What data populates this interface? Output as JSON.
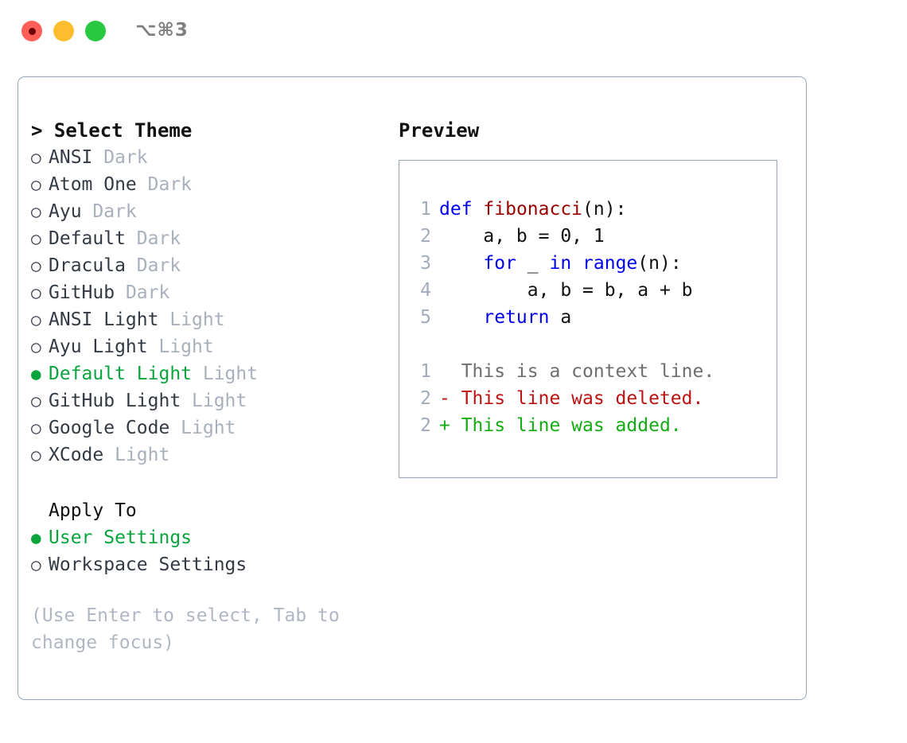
{
  "window": {
    "traffic_lights": [
      "close-red",
      "minimize-yellow",
      "maximize-green"
    ],
    "shortcut_title": "⌥⌘3"
  },
  "theme_picker": {
    "header": "> Select Theme",
    "items": [
      {
        "bullet": "○",
        "label": "ANSI",
        "tag": "Dark",
        "selected": false
      },
      {
        "bullet": "○",
        "label": "Atom One",
        "tag": "Dark",
        "selected": false
      },
      {
        "bullet": "○",
        "label": "Ayu",
        "tag": "Dark",
        "selected": false
      },
      {
        "bullet": "○",
        "label": "Default",
        "tag": "Dark",
        "selected": false
      },
      {
        "bullet": "○",
        "label": "Dracula",
        "tag": "Dark",
        "selected": false
      },
      {
        "bullet": "○",
        "label": "GitHub",
        "tag": "Dark",
        "selected": false
      },
      {
        "bullet": "○",
        "label": "ANSI Light",
        "tag": "Light",
        "selected": false
      },
      {
        "bullet": "○",
        "label": "Ayu Light",
        "tag": "Light",
        "selected": false
      },
      {
        "bullet": "●",
        "label": "Default Light",
        "tag": "Light",
        "selected": true
      },
      {
        "bullet": "○",
        "label": "GitHub Light",
        "tag": "Light",
        "selected": false
      },
      {
        "bullet": "○",
        "label": "Google Code",
        "tag": "Light",
        "selected": false
      },
      {
        "bullet": "○",
        "label": "XCode",
        "tag": "Light",
        "selected": false
      }
    ]
  },
  "apply_to": {
    "header": "Apply To",
    "items": [
      {
        "bullet": "●",
        "label": "User Settings",
        "selected": true
      },
      {
        "bullet": "○",
        "label": "Workspace Settings",
        "selected": false
      }
    ]
  },
  "hint": "(Use Enter to select, Tab to change focus)",
  "preview": {
    "title": "Preview",
    "code_lines": [
      {
        "no": "1",
        "tokens": [
          {
            "t": "def",
            "c": "kw"
          },
          {
            "t": " ",
            "c": "pl"
          },
          {
            "t": "fibonacci",
            "c": "fn"
          },
          {
            "t": "(n):",
            "c": "pl"
          }
        ]
      },
      {
        "no": "2",
        "tokens": [
          {
            "t": "    a, b = 0, 1",
            "c": "pl"
          }
        ]
      },
      {
        "no": "3",
        "tokens": [
          {
            "t": "    ",
            "c": "pl"
          },
          {
            "t": "for",
            "c": "kw"
          },
          {
            "t": " _ ",
            "c": "pl"
          },
          {
            "t": "in",
            "c": "kw"
          },
          {
            "t": " ",
            "c": "pl"
          },
          {
            "t": "range",
            "c": "kw"
          },
          {
            "t": "(n):",
            "c": "pl"
          }
        ]
      },
      {
        "no": "4",
        "tokens": [
          {
            "t": "        a, b = b, a + b",
            "c": "pl"
          }
        ]
      },
      {
        "no": "5",
        "tokens": [
          {
            "t": "    ",
            "c": "pl"
          },
          {
            "t": "return",
            "c": "kw"
          },
          {
            "t": " a",
            "c": "pl"
          }
        ]
      }
    ],
    "diff_lines": [
      {
        "no": "1",
        "text": "  This is a context line.",
        "kind": "ctx"
      },
      {
        "no": "2",
        "text": "- This line was deleted.",
        "kind": "del"
      },
      {
        "no": "2",
        "text": "+ This line was added.",
        "kind": "add"
      }
    ]
  },
  "colors": {
    "accent_green": "#09a53c",
    "muted": "#a9b0bd",
    "border": "#9aa5b5",
    "keyword_blue": "#0000ee",
    "function_red": "#9a0000",
    "diff_delete": "#bb1212",
    "diff_add": "#13ad13",
    "traffic_red": "#ff5f57",
    "traffic_yellow": "#ffbd2e",
    "traffic_green": "#28c840"
  }
}
